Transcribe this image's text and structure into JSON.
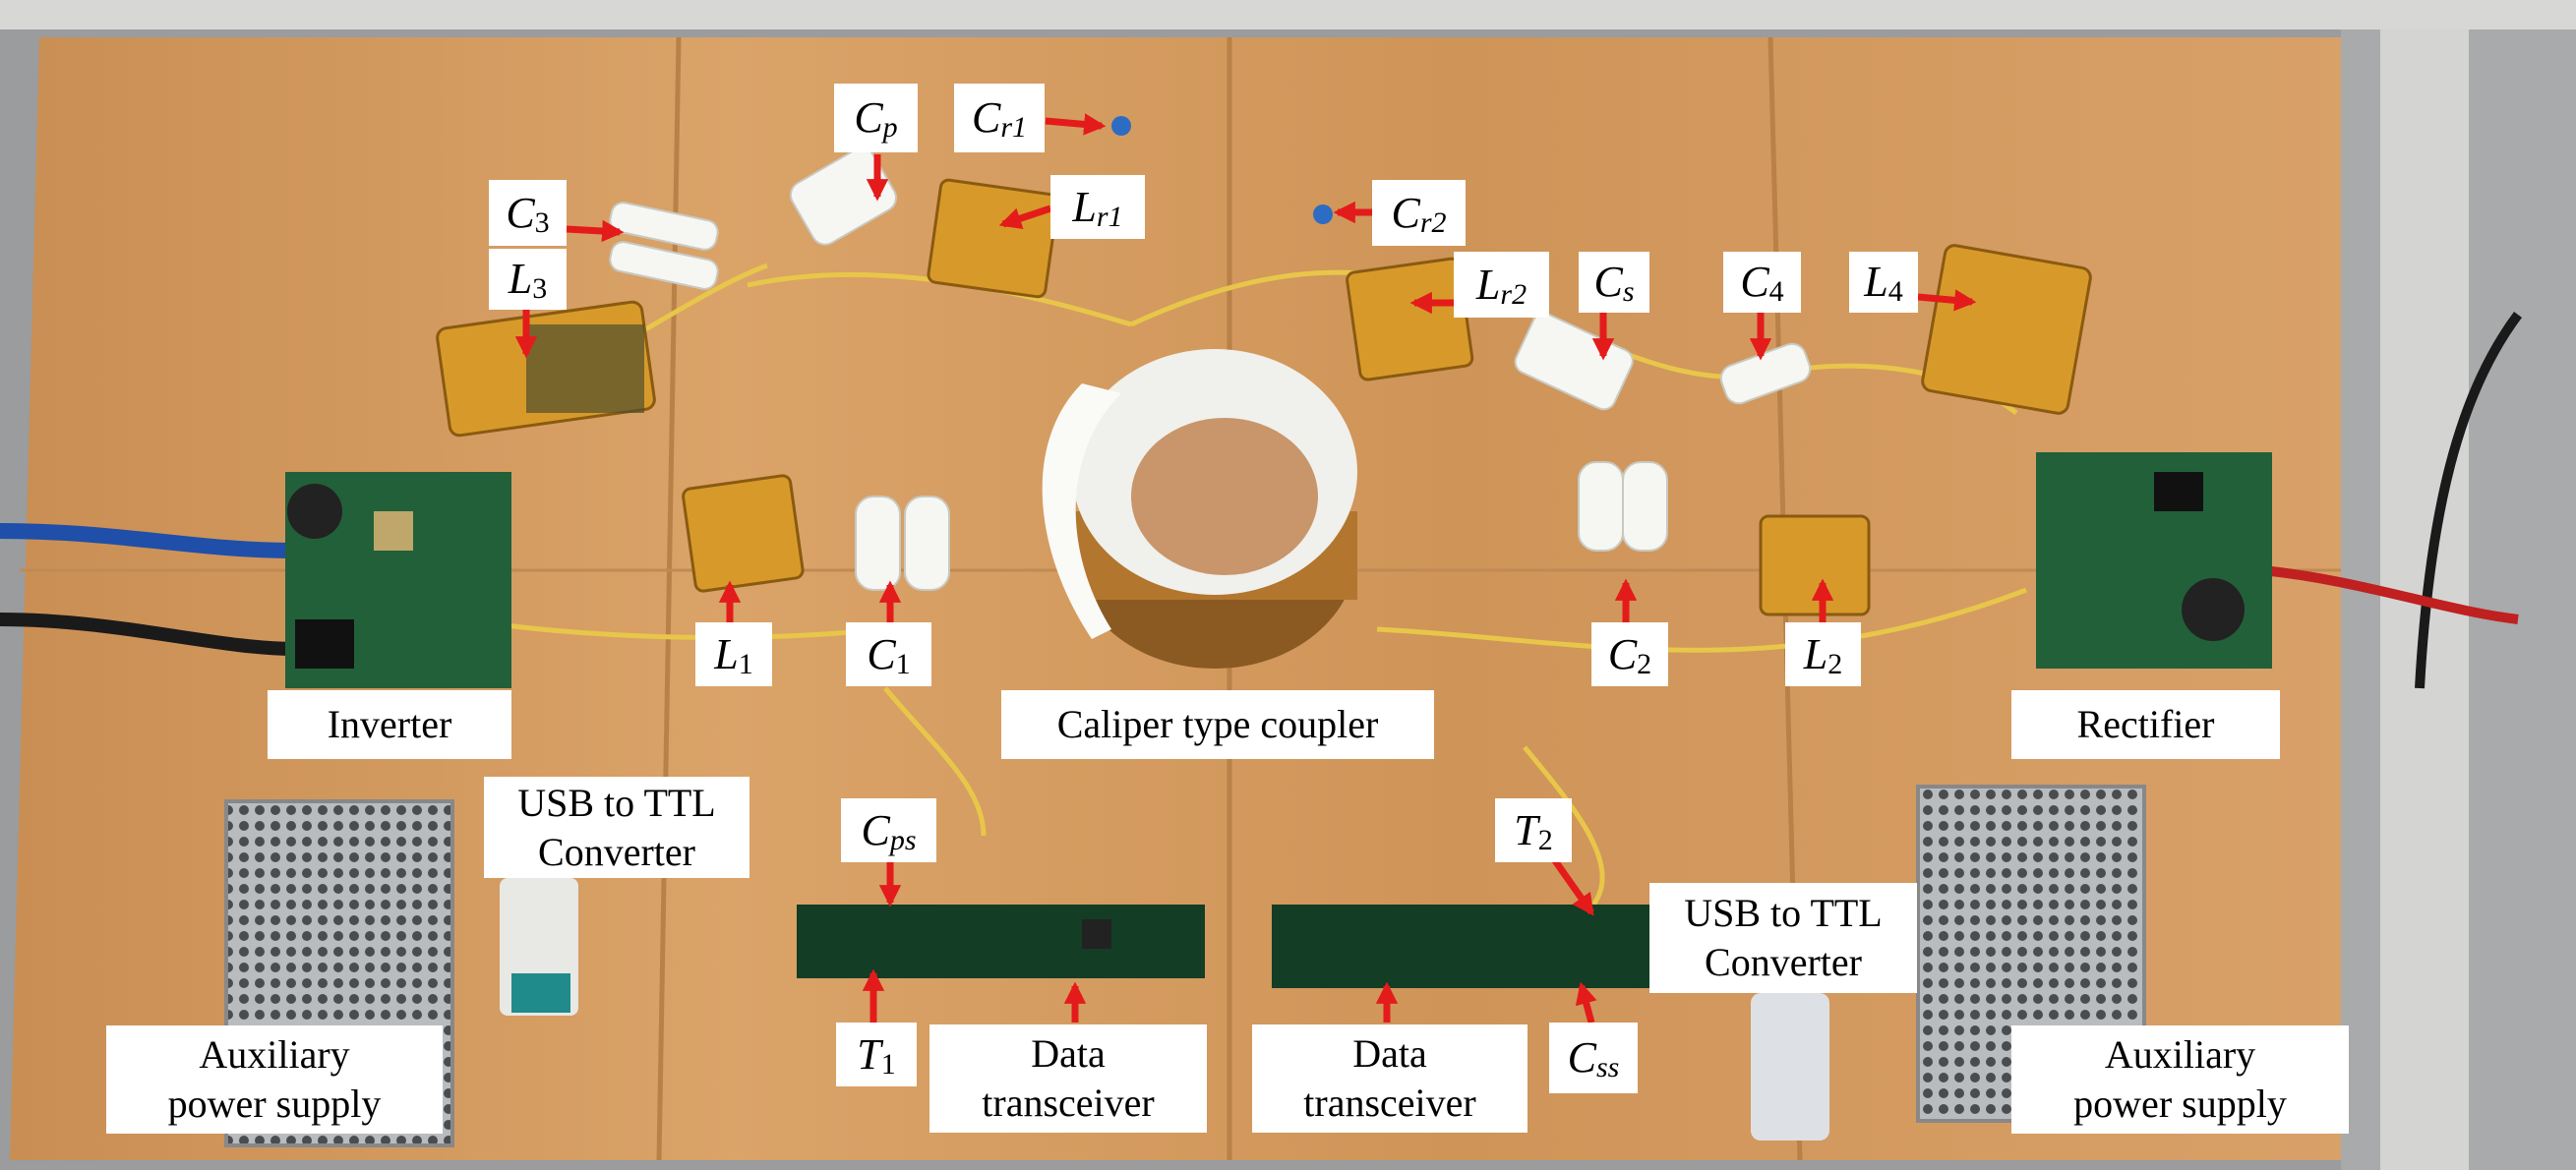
{
  "labels": {
    "cp": {
      "sym": "C",
      "sub": "p",
      "sub_italic": true
    },
    "cr1": {
      "sym": "C",
      "sub": "r1",
      "sub_italic": true
    },
    "c3": {
      "sym": "C",
      "sub": "3",
      "sub_italic": false
    },
    "lr1": {
      "sym": "L",
      "sub": "r1",
      "sub_italic": true
    },
    "cr2": {
      "sym": "C",
      "sub": "r2",
      "sub_italic": true
    },
    "l3": {
      "sym": "L",
      "sub": "3",
      "sub_italic": false
    },
    "lr2": {
      "sym": "L",
      "sub": "r2",
      "sub_italic": true
    },
    "cs": {
      "sym": "C",
      "sub": "s",
      "sub_italic": true
    },
    "c4": {
      "sym": "C",
      "sub": "4",
      "sub_italic": false
    },
    "l4": {
      "sym": "L",
      "sub": "4",
      "sub_italic": false
    },
    "l1": {
      "sym": "L",
      "sub": "1",
      "sub_italic": false
    },
    "c1": {
      "sym": "C",
      "sub": "1",
      "sub_italic": false
    },
    "c2": {
      "sym": "C",
      "sub": "2",
      "sub_italic": false
    },
    "l2": {
      "sym": "L",
      "sub": "2",
      "sub_italic": false
    },
    "cps": {
      "sym": "C",
      "sub": "ps",
      "sub_italic": true
    },
    "t2": {
      "sym": "T",
      "sub": "2",
      "sub_italic": false
    },
    "t1": {
      "sym": "T",
      "sub": "1",
      "sub_italic": false
    },
    "css": {
      "sym": "C",
      "sub": "ss",
      "sub_italic": true
    },
    "inverter": "Inverter",
    "rectifier": "Rectifier",
    "coupler": "Caliper type coupler",
    "usb_ttl_left": [
      "USB to TTL",
      "Converter"
    ],
    "usb_ttl_right": [
      "USB to TTL",
      "Converter"
    ],
    "data_left": [
      "Data",
      "transceiver"
    ],
    "data_right": [
      "Data",
      "transceiver"
    ],
    "aux_left": [
      "Auxiliary",
      "power supply"
    ],
    "aux_right": [
      "Auxiliary",
      "power supply"
    ]
  },
  "colors": {
    "arrow": "#e41b1b",
    "wood": "#d59b5e",
    "ferrite": "#f2f2ef",
    "pcb": "#1f5b35",
    "copper": "#d89b2a",
    "capacitor": "#f7f7f4"
  }
}
